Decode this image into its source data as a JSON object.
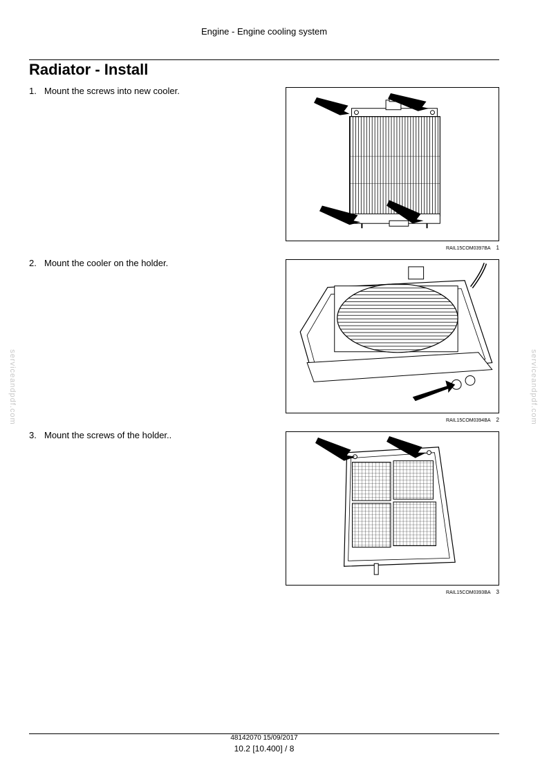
{
  "header": {
    "title": "Engine - Engine cooling system"
  },
  "page_title": "Radiator - Install",
  "steps": [
    {
      "number": "1.",
      "text": "Mount the screws into new cooler.",
      "figure": {
        "code": "RAIL15COM0397BA",
        "number": "1",
        "subject": "radiator-with-arrows"
      }
    },
    {
      "number": "2.",
      "text": "Mount the cooler on the holder.",
      "figure": {
        "code": "RAIL15COM0394BA",
        "number": "2",
        "subject": "cooler-on-holder"
      }
    },
    {
      "number": "3.",
      "text": "Mount the screws of the holder..",
      "figure": {
        "code": "RAIL15COM0393BA",
        "number": "3",
        "subject": "holder-screen"
      }
    }
  ],
  "watermark": "serviceandpdf.com",
  "footer": {
    "doc_ref": "48142070 15/09/2017",
    "page_ref": "10.2 [10.400] / 8"
  },
  "colors": {
    "text": "#000000",
    "rule": "#000000",
    "watermark": "#c8c8c8"
  }
}
